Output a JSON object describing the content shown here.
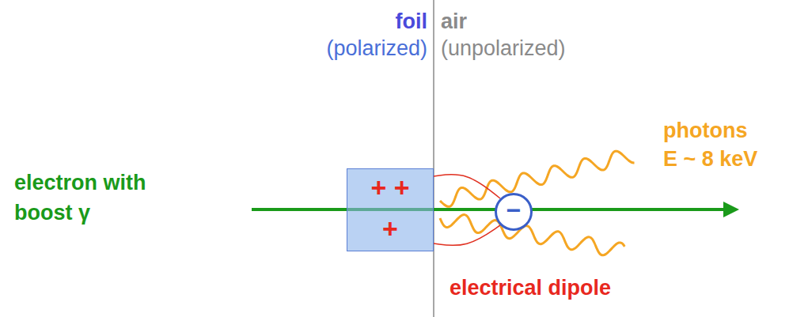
{
  "diagram": {
    "nodes": [
      {
        "text": [
          "+ +",
          "+"
        ]
      },
      {
        "text": [
          "−"
        ]
      }
    ],
    "edges": [
      {
        "from": 0,
        "to": 1,
        "arrow": "none"
      },
      {
        "from": 0,
        "to": 1,
        "arrow": "none"
      }
    ],
    "labels": [
      "foil",
      "(polarized)",
      "air",
      "(unpolarized)",
      "electron with boost γ",
      "photons",
      "E ~ 8 keV",
      "electrical dipole"
    ]
  }
}
